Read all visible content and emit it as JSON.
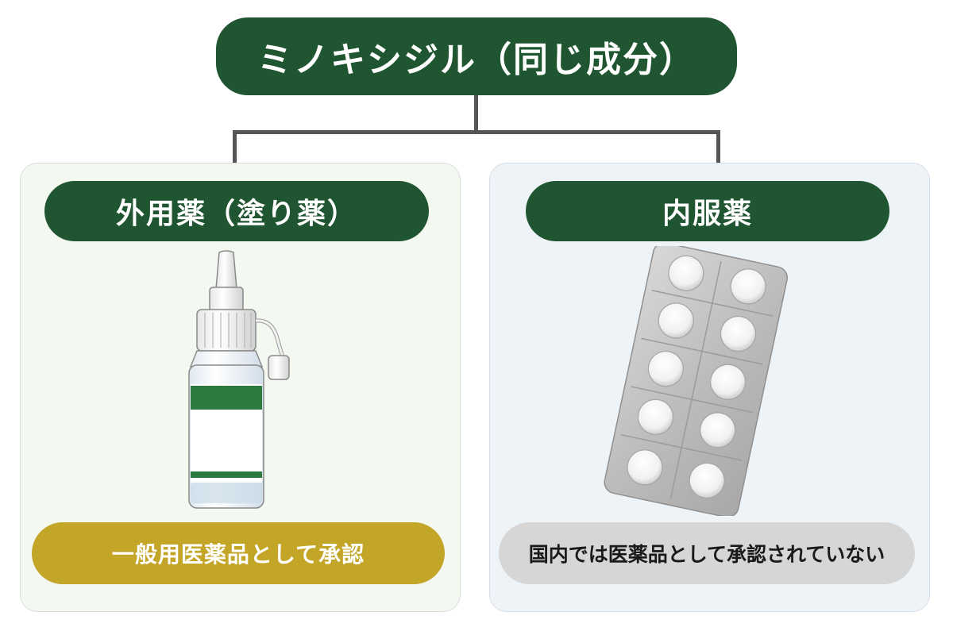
{
  "root": {
    "label": "ミノキシジル（同じ成分）"
  },
  "branches": [
    {
      "category": "外用薬（塗り薬）",
      "status": "一般用医薬品として承認",
      "illustration_icon": "dropper-bottle-icon",
      "status_color": "#c3a528"
    },
    {
      "category": "内服薬",
      "status": "国内では医薬品として承認されていない",
      "illustration_icon": "pill-blister-pack-icon",
      "status_color": "#d6d6d6"
    }
  ],
  "colors": {
    "header_green": "#1f5530",
    "accent_gold": "#c3a528",
    "neutral_gray": "#d6d6d6"
  }
}
